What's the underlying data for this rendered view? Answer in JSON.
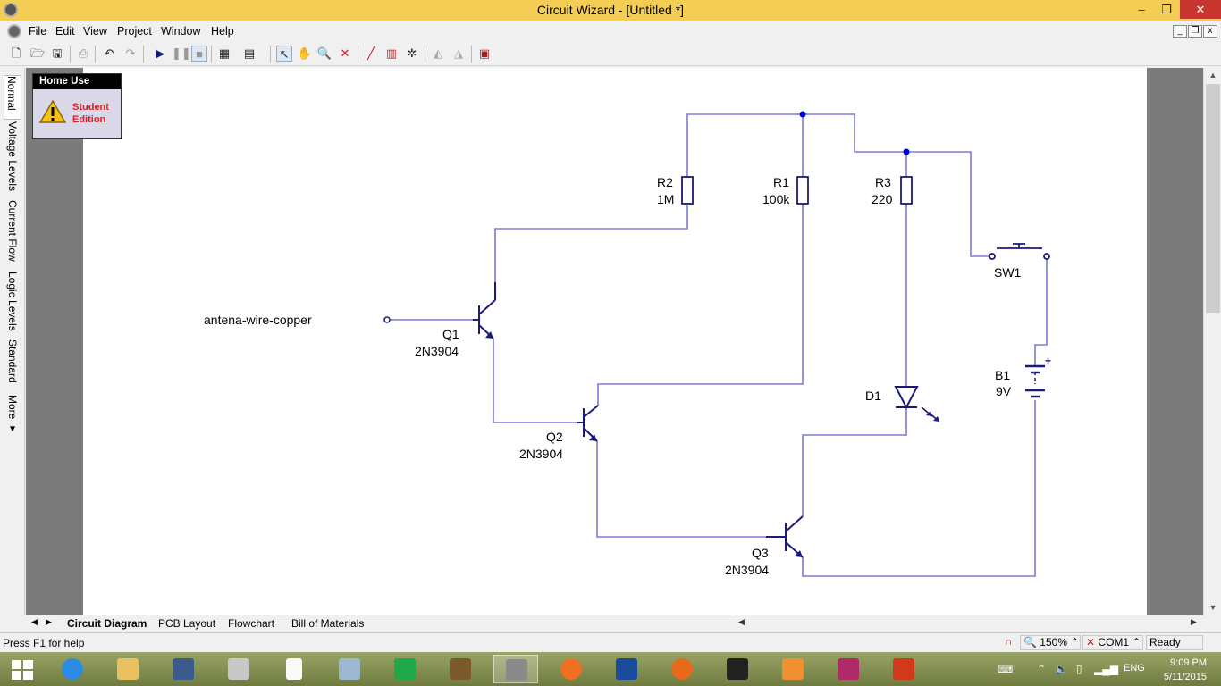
{
  "window": {
    "title": "Circuit Wizard - [Untitled *]",
    "minimize": "–",
    "maximize": "❐",
    "close": "✕"
  },
  "menu": {
    "items": [
      "File",
      "Edit",
      "View",
      "Project",
      "Window",
      "Help"
    ],
    "mdi_minimize": "_",
    "mdi_restore": "❐",
    "mdi_close": "x"
  },
  "toolbar": {
    "icons": [
      "new-icon",
      "open-icon",
      "save-icon",
      "print-icon",
      "undo-icon",
      "redo-icon",
      "play-icon",
      "pause-icon",
      "stop-icon",
      "chip-icon",
      "board-icon",
      "select-pointer-icon",
      "pan-hand-icon",
      "zoom-icon",
      "delete-icon",
      "probe-icon",
      "graph-icon",
      "gallery-icon",
      "rotate-left-icon",
      "rotate-right-icon",
      "parts-bin-icon"
    ]
  },
  "mode_tabs": [
    "Normal",
    "Voltage Levels",
    "Current Flow",
    "Logic Levels",
    "Standard",
    "More ▾"
  ],
  "badge": {
    "header": "Home Use",
    "line1": "Student",
    "line2": "Edition"
  },
  "circuit": {
    "input_label": "antena-wire-copper",
    "components": {
      "R1": {
        "ref": "R1",
        "value": "100k"
      },
      "R2": {
        "ref": "R2",
        "value": "1M"
      },
      "R3": {
        "ref": "R3",
        "value": "220"
      },
      "Q1": {
        "ref": "Q1",
        "value": "2N3904"
      },
      "Q2": {
        "ref": "Q2",
        "value": "2N3904"
      },
      "Q3": {
        "ref": "Q3",
        "value": "2N3904"
      },
      "D1": {
        "ref": "D1",
        "value": ""
      },
      "SW1": {
        "ref": "SW1",
        "value": ""
      },
      "B1": {
        "ref": "B1",
        "value": "9V"
      }
    },
    "battery_polarity": "+",
    "wire_color": "#7b7bd6",
    "component_color": "#1a1a7a",
    "node_color": "#0000e0"
  },
  "sheet_tabs": {
    "items": [
      "Circuit Diagram",
      "PCB Layout",
      "Flowchart",
      "Bill of Materials"
    ],
    "active": "Circuit Diagram"
  },
  "status": {
    "help": "Press F1 for help",
    "zoom": "150%",
    "port": "COM1",
    "state": "Ready"
  },
  "taskbar": {
    "apps": [
      "start-icon",
      "ie-icon",
      "file-explorer-icon",
      "window-app-icon",
      "install-icon",
      "blank-doc-icon",
      "monitor-icon",
      "store-icon",
      "game-icon",
      "circuit-wizard-icon",
      "sun-app-icon",
      "crown-icon",
      "firefox-icon",
      "media-321-icon",
      "media-player-icon",
      "winrar-icon",
      "office-icon"
    ],
    "active_index": 9,
    "language": "ENG",
    "time": "9:09 PM",
    "date": "5/11/2015"
  }
}
